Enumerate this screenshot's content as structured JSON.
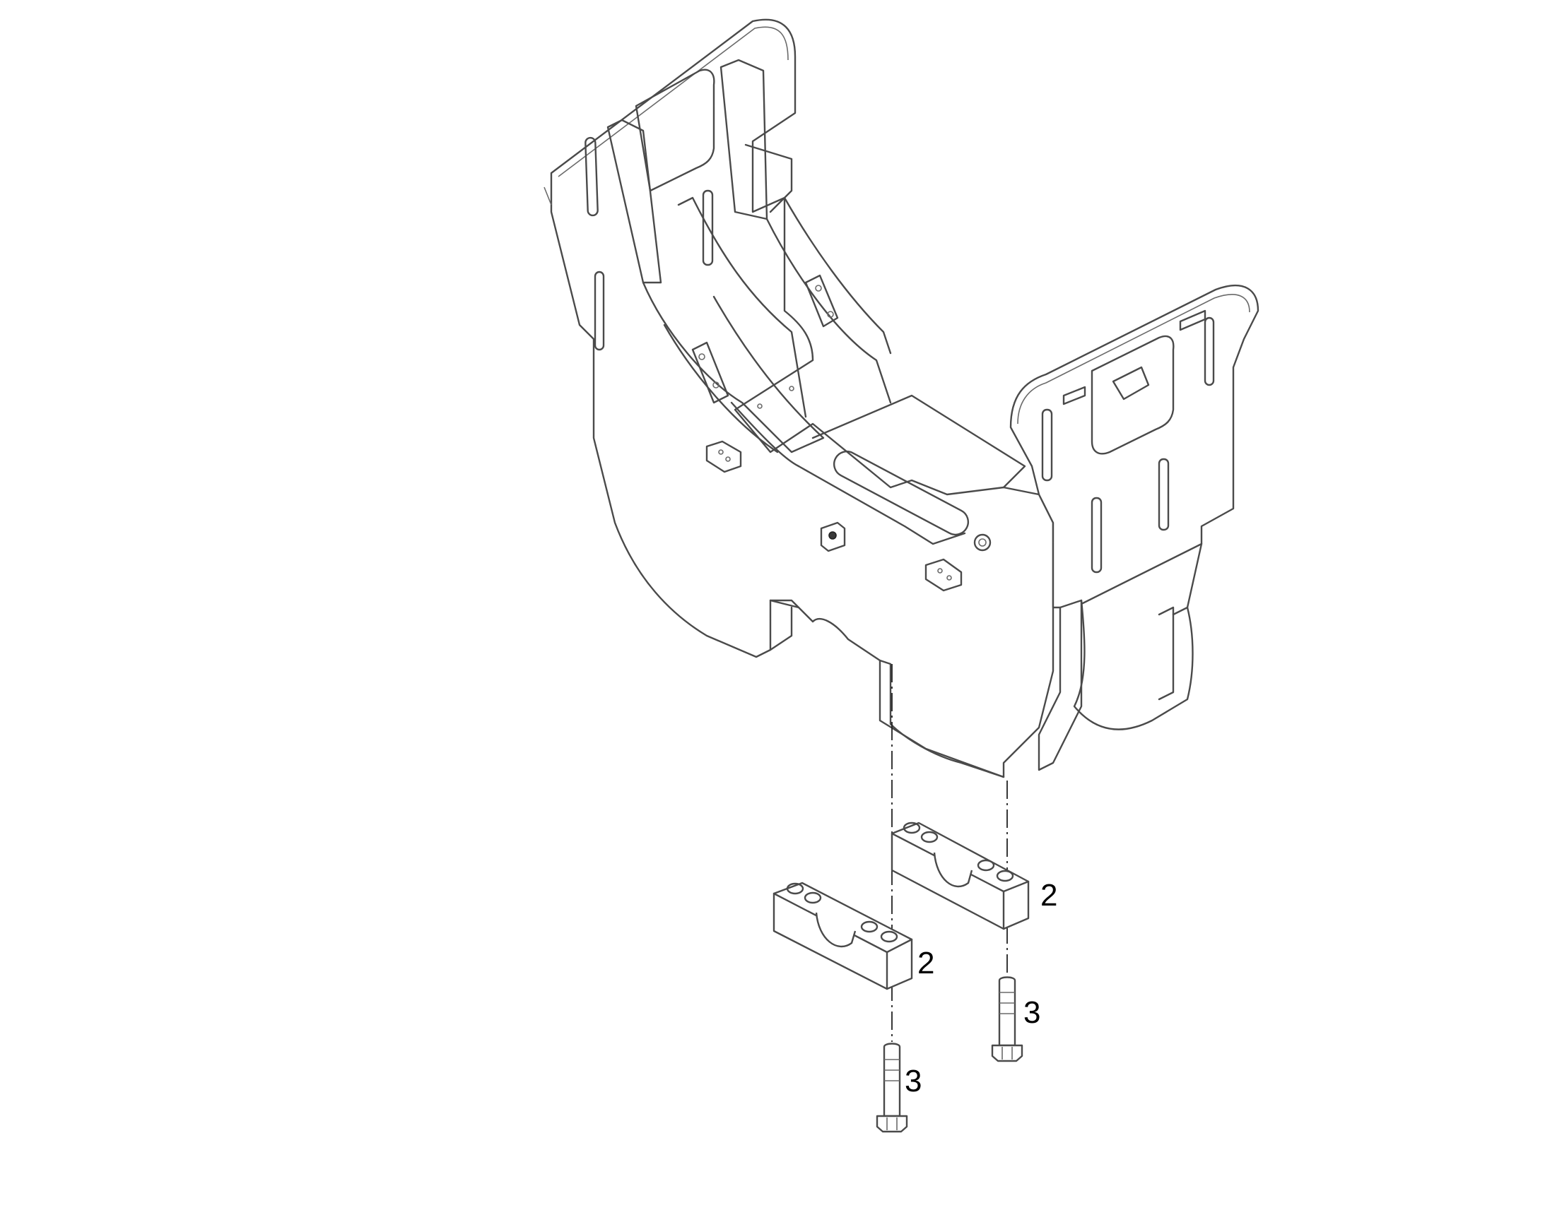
{
  "figure": {
    "callouts": [
      {
        "id": "clamp-upper",
        "label": "2"
      },
      {
        "id": "clamp-lower",
        "label": "2"
      },
      {
        "id": "bolt-right",
        "label": "3"
      },
      {
        "id": "bolt-left",
        "label": "3"
      }
    ]
  }
}
